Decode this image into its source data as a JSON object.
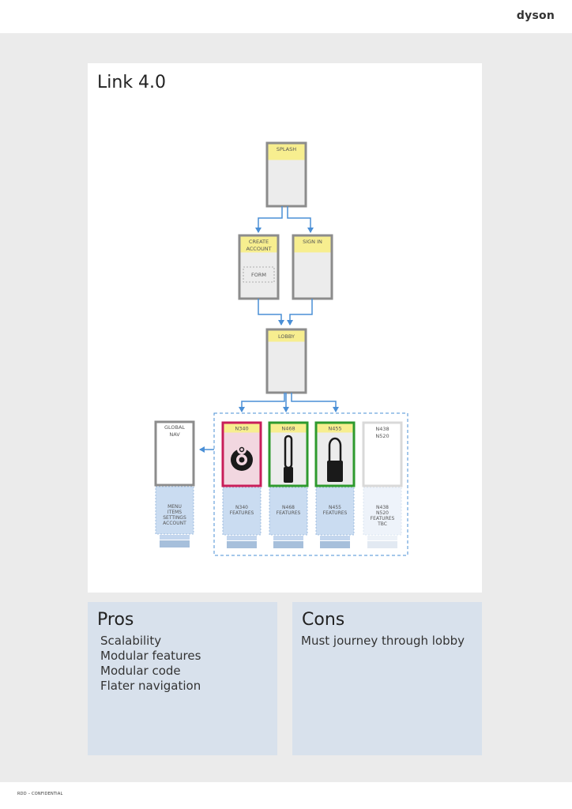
{
  "header": {
    "logo": "dyson"
  },
  "footer": {
    "text": "RDD – CONFIDENTIAL"
  },
  "panel": {
    "title": "Link 4.0"
  },
  "diagram": {
    "splash": "SPLASH",
    "create_account": [
      "CREATE",
      "ACCOUNT"
    ],
    "form": "FORM",
    "sign_in": "SIGN IN",
    "lobby": "LOBBY",
    "global_nav": [
      "GLOBAL",
      "NAV"
    ],
    "global_nav_items": [
      "MENU",
      "ITEMS",
      "SETTINGS",
      "ACCOUNT"
    ],
    "devices": [
      {
        "label": "N340",
        "features": [
          "N340",
          "FEATURES"
        ]
      },
      {
        "label": "N468",
        "features": [
          "N468",
          "FEATURES"
        ]
      },
      {
        "label": "N455",
        "features": [
          "N455",
          "FEATURES"
        ]
      },
      {
        "label_lines": [
          "N438",
          "N520"
        ],
        "features": [
          "N438",
          "N520",
          "FEATURES",
          "TBC"
        ]
      }
    ],
    "colors": {
      "header_yellow": "#f7ee8f",
      "frame_gray": "#8c8c8c",
      "arrow_blue": "#4a8fd6",
      "feature_blue": "#cadcf1",
      "n340_border": "#c81e5a",
      "n340_fill": "#f2d7e0",
      "n468_border": "#2e9a2e",
      "n455_border": "#2e9a2e"
    }
  },
  "pros": {
    "title": "Pros",
    "items": [
      "Scalability",
      "Modular features",
      "Modular code",
      "Flater navigation"
    ]
  },
  "cons": {
    "title": "Cons",
    "items": [
      "Must journey through lobby"
    ]
  }
}
